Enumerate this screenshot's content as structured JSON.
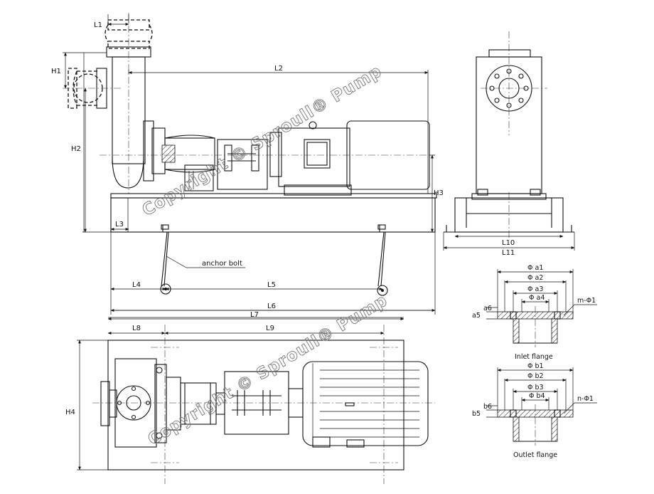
{
  "dimensions": {
    "L1": "L1",
    "L2": "L2",
    "L3": "L3",
    "L4": "L4",
    "L5": "L5",
    "L6": "L6",
    "L7": "L7",
    "L8": "L8",
    "L9": "L9",
    "L10": "L10",
    "L11": "L11",
    "H1": "H1",
    "H2": "H2",
    "H3": "H3",
    "H4": "H4"
  },
  "labels": {
    "anchor_bolt": "anchor bolt"
  },
  "inlet_flange": {
    "caption": "Inlet flange",
    "d1": "Φ a1",
    "d2": "Φ a2",
    "d3": "Φ a3",
    "d4": "Φ a4",
    "holes": "m-Φ1",
    "t1": "a6",
    "t2": "a5"
  },
  "outlet_flange": {
    "caption": "Outlet flange",
    "d1": "Φ b1",
    "d2": "Φ b2",
    "d3": "Φ b3",
    "d4": "Φ b4",
    "holes": "n-Φ1",
    "t1": "b6",
    "t2": "b5"
  },
  "watermark": {
    "top": "Copyright © Sproull® Pump",
    "bottom": "Copyright © Sproull® Pump"
  }
}
